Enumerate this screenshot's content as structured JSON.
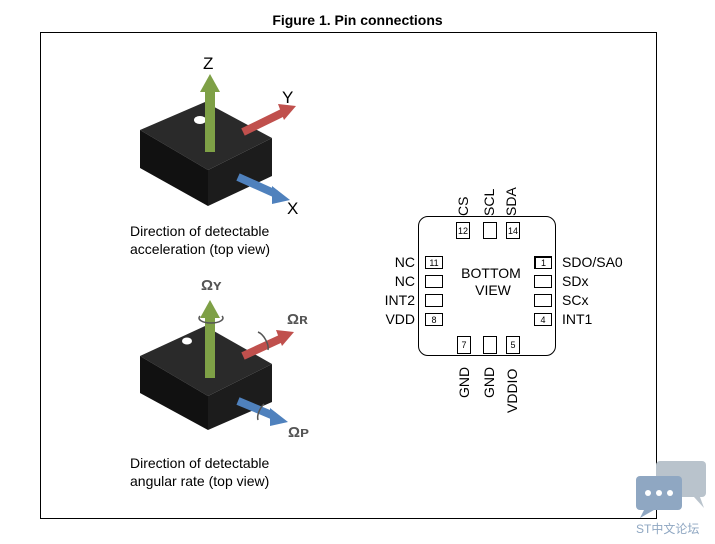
{
  "figure_title": "Figure 1. Pin connections",
  "top_view": {
    "axes": {
      "z": "Z",
      "y": "Y",
      "x": "X"
    },
    "caption_line1": "Direction of detectable",
    "caption_line2": "acceleration (top view)"
  },
  "bottom_view_rot": {
    "axes": {
      "omega_y": "Ωʏ",
      "omega_r": "Ωʀ",
      "omega_p": "Ωᴘ"
    },
    "caption_line1": "Direction of detectable",
    "caption_line2": "angular rate (top view)"
  },
  "package": {
    "center_line1": "BOTTOM",
    "center_line2": "VIEW",
    "top_pins": [
      {
        "label": "CS",
        "number": "12"
      },
      {
        "label": "SCL",
        "number": ""
      },
      {
        "label": "SDA",
        "number": "14"
      }
    ],
    "left_pins": [
      {
        "label": "NC",
        "number": "11"
      },
      {
        "label": "NC",
        "number": ""
      },
      {
        "label": "INT2",
        "number": ""
      },
      {
        "label": "VDD",
        "number": "8"
      }
    ],
    "right_pins": [
      {
        "label": "SDO/SA0",
        "number": "1"
      },
      {
        "label": "SDx",
        "number": ""
      },
      {
        "label": "SCx",
        "number": ""
      },
      {
        "label": "INT1",
        "number": "4"
      }
    ],
    "bottom_pins": [
      {
        "label": "GND",
        "number": "7"
      },
      {
        "label": "GND",
        "number": ""
      },
      {
        "label": "VDDIO",
        "number": "5"
      }
    ]
  },
  "watermark": "ST中文论坛",
  "colors": {
    "z_axis": "#7ea046",
    "y_axis": "#c0504d",
    "x_axis": "#4f81bd",
    "chip": "#1a1a1a"
  }
}
